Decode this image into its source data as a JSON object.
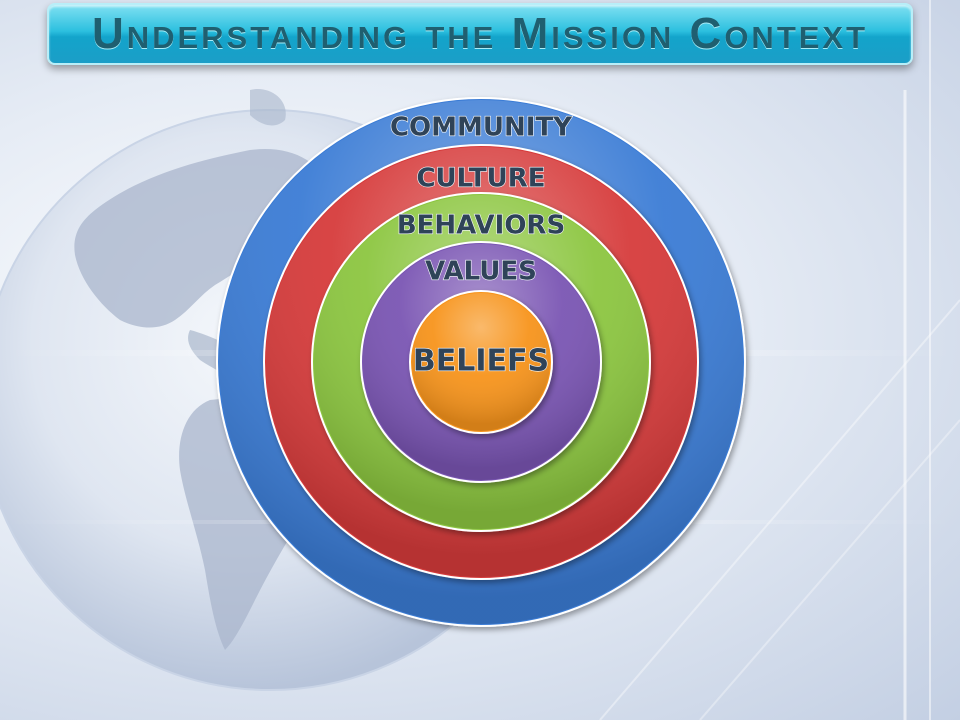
{
  "slide": {
    "title": "Understanding the Mission Context"
  },
  "diagram": {
    "rings": [
      {
        "label": "COMMUNITY",
        "color": "#3a7bd5"
      },
      {
        "label": "CULTURE",
        "color": "#d63a3a"
      },
      {
        "label": "BEHAVIORS",
        "color": "#8cc63f"
      },
      {
        "label": "VALUES",
        "color": "#7a55b3"
      },
      {
        "label": "BELIEFS",
        "color": "#f7941d"
      }
    ]
  },
  "background": {
    "image": "globe-icon"
  }
}
